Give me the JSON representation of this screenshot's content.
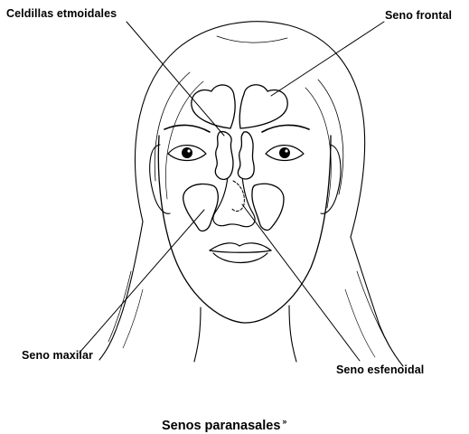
{
  "labels": {
    "ethmoid": "Celdillas etmoidales",
    "frontal": "Seno frontal",
    "maxillary": "Seno maxilar",
    "sphenoid": "Seno esfenoidal"
  },
  "caption": {
    "text": "Senos paranasales",
    "mark": "»"
  }
}
